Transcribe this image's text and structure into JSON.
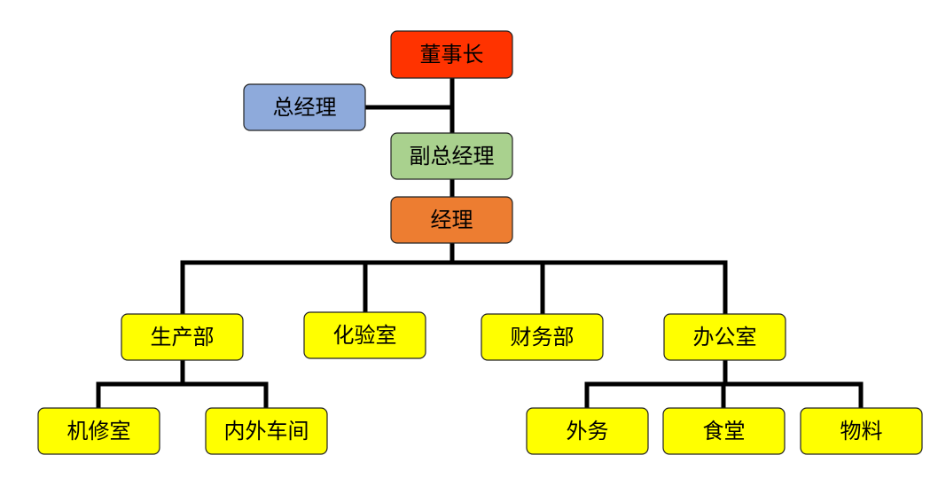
{
  "nodes": [
    {
      "id": "chairman",
      "label": "董事长",
      "color": "#ff3300"
    },
    {
      "id": "general-manager",
      "label": "总经理",
      "color": "#8eaadb"
    },
    {
      "id": "deputy-general-manager",
      "label": "副总经理",
      "color": "#a9d18e"
    },
    {
      "id": "manager",
      "label": "经理",
      "color": "#ed7d31"
    },
    {
      "id": "production-department",
      "label": "生产部",
      "color": "#ffff00"
    },
    {
      "id": "laboratory",
      "label": "化验室",
      "color": "#ffff00"
    },
    {
      "id": "finance-department",
      "label": "财务部",
      "color": "#ffff00"
    },
    {
      "id": "office",
      "label": "办公室",
      "color": "#ffff00"
    },
    {
      "id": "machine-repair-room",
      "label": "机修室",
      "color": "#ffff00"
    },
    {
      "id": "internal-external-workshop",
      "label": "内外车间",
      "color": "#ffff00"
    },
    {
      "id": "external-affairs",
      "label": "外务",
      "color": "#ffff00"
    },
    {
      "id": "canteen",
      "label": "食堂",
      "color": "#ffff00"
    },
    {
      "id": "materials",
      "label": "物料",
      "color": "#ffff00"
    }
  ]
}
